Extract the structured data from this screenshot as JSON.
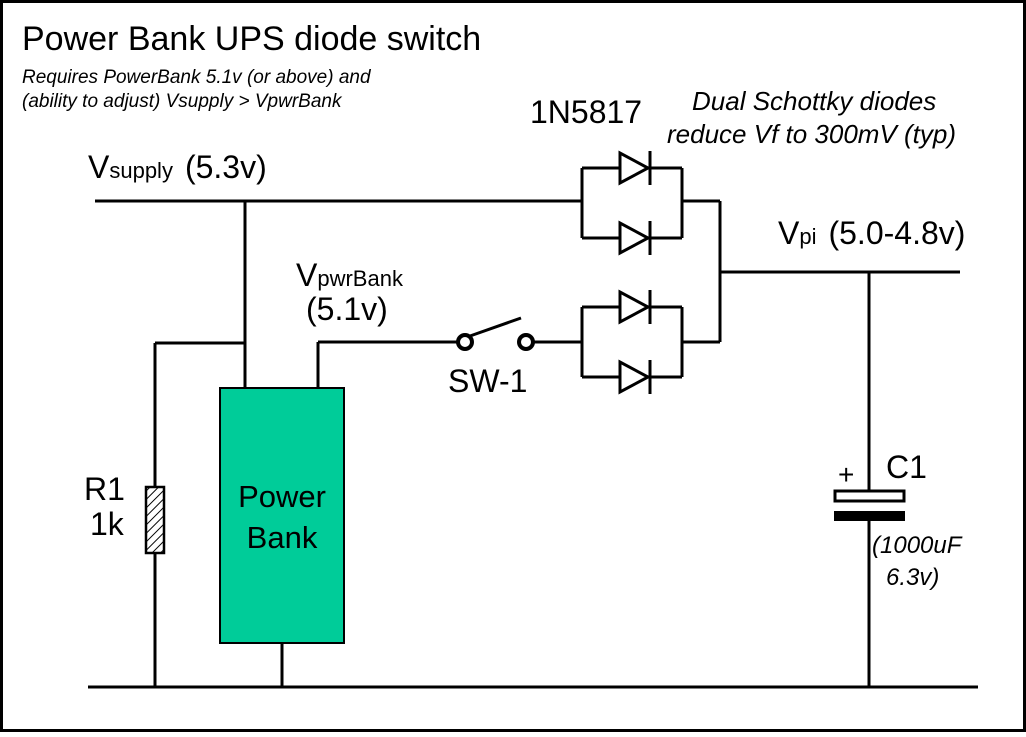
{
  "title": "Power Bank UPS diode switch",
  "note_line1": "Requires PowerBank 5.1v (or above) and",
  "note_line2": "(ability to adjust) Vsupply > VpwrBank",
  "diode_part": "1N5817",
  "diode_note_line1": "Dual Schottky diodes",
  "diode_note_line2": "reduce Vf to 300mV (typ)",
  "vsupply": {
    "main": "V",
    "sub": "supply",
    "value": "(5.3v)"
  },
  "vpi": {
    "main": "V",
    "sub": "pi",
    "value": "(5.0-4.8v)"
  },
  "vpwrbank": {
    "main": "V",
    "sub": "pwrBank",
    "value": "(5.1v)"
  },
  "switch_label": "SW-1",
  "resistor": {
    "name": "R1",
    "value": "1k"
  },
  "power_bank": {
    "line1": "Power",
    "line2": "Bank",
    "color": "#00CC99"
  },
  "capacitor": {
    "name": "C1",
    "polarity": "+",
    "value_line1": "(1000uF",
    "value_line2": "6.3v)"
  },
  "colors": {
    "border": "#000000",
    "background": "#ffffff"
  }
}
